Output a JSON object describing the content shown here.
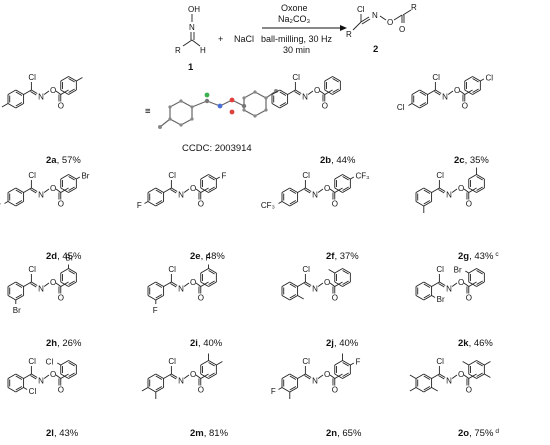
{
  "reaction": {
    "reactant_top": "OH",
    "reactant_n": "N",
    "reactant_r": "R",
    "reactant_h": "H",
    "reactant_label": "1",
    "plus": "+",
    "reagent": "NaCl",
    "cond_line1": "Oxone",
    "cond_line2": "Na₂CO₃",
    "cond_line3": "ball-milling, 30 Hz",
    "cond_line4": "30 min",
    "product_cl": "Cl",
    "product_n": "N",
    "product_o1": "O",
    "product_o2": "O",
    "product_r1": "R",
    "product_r2": "R",
    "product_label": "2"
  },
  "crystal": {
    "ccdc": "CCDC: 2003914",
    "equiv": "≡"
  },
  "atoms": {
    "cl": "Cl",
    "n": "N",
    "o": "O",
    "br": "Br",
    "f": "F",
    "cf3": "CF₃"
  },
  "compounds": [
    {
      "id": "2a",
      "yield": ", 57%",
      "note": ""
    },
    {
      "id": "2b",
      "yield": ", 44%",
      "note": ""
    },
    {
      "id": "2c",
      "yield": ", 35%",
      "note": ""
    },
    {
      "id": "2d",
      "yield": ", 45%",
      "note": ""
    },
    {
      "id": "2e",
      "yield": ", 48%",
      "note": ""
    },
    {
      "id": "2f",
      "yield": ", 37%",
      "note": ""
    },
    {
      "id": "2g",
      "yield": ", 43%",
      "note": "c"
    },
    {
      "id": "2h",
      "yield": ", 26%",
      "note": ""
    },
    {
      "id": "2i",
      "yield": ", 40%",
      "note": ""
    },
    {
      "id": "2j",
      "yield": ", 40%",
      "note": ""
    },
    {
      "id": "2k",
      "yield": ", 46%",
      "note": ""
    },
    {
      "id": "2l",
      "yield": ", 43%",
      "note": ""
    },
    {
      "id": "2m",
      "yield": ", 81%",
      "note": ""
    },
    {
      "id": "2n",
      "yield": ", 65%",
      "note": ""
    },
    {
      "id": "2o",
      "yield": ", 75%",
      "note": "d"
    }
  ]
}
